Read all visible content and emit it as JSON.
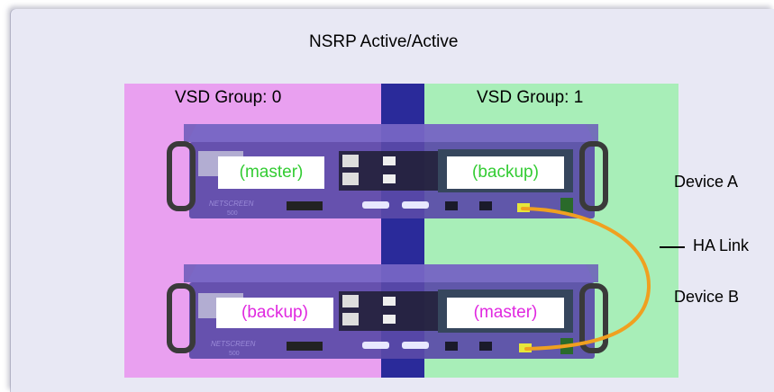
{
  "diagram": {
    "title": "NSRP Active/Active",
    "groups": [
      {
        "label": "VSD Group: 0"
      },
      {
        "label": "VSD Group: 1"
      }
    ],
    "devices": [
      {
        "name": "Device A",
        "group0_role": "(master)",
        "group1_role": "(backup)",
        "brand": "NETSCREEN",
        "model": "500"
      },
      {
        "name": "Device B",
        "group0_role": "(backup)",
        "group1_role": "(master)",
        "brand": "NETSCREEN",
        "model": "500"
      }
    ],
    "link_label": "HA Link",
    "colors": {
      "background": "#e8e8f4",
      "group0_zone": "#e9a0f0",
      "group1_zone": "#a8eeb8",
      "overlap": "#2a2a9a",
      "chassis": "#5a4aa8",
      "ha_link": "#f0a020",
      "master_text_a": "#33cc33",
      "backup_text_b": "#e028e0"
    }
  }
}
